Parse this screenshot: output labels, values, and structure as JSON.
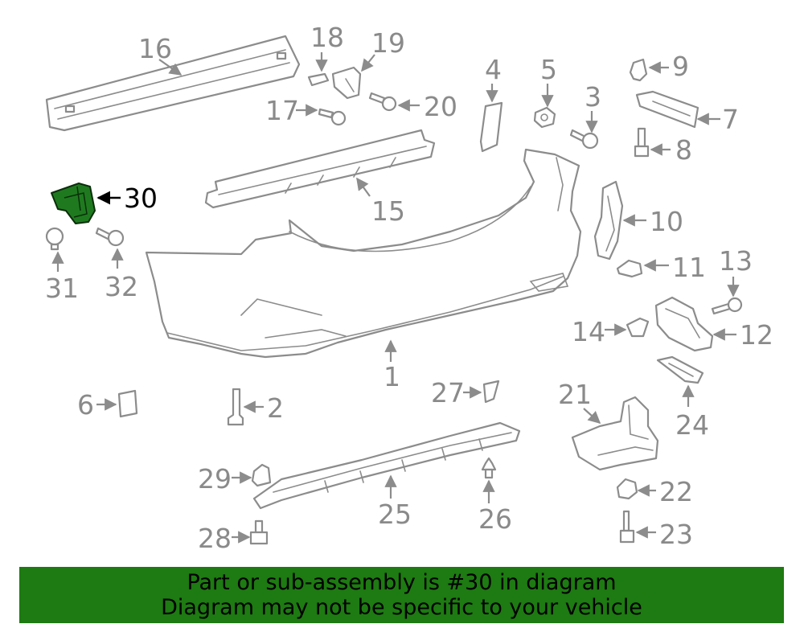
{
  "callouts": {
    "c1": "1",
    "c2": "2",
    "c3": "3",
    "c4": "4",
    "c5": "5",
    "c6": "6",
    "c7": "7",
    "c8": "8",
    "c9": "9",
    "c10": "10",
    "c11": "11",
    "c12": "12",
    "c13": "13",
    "c14": "14",
    "c15": "15",
    "c16": "16",
    "c17": "17",
    "c18": "18",
    "c19": "19",
    "c20": "20",
    "c21": "21",
    "c22": "22",
    "c23": "23",
    "c24": "24",
    "c25": "25",
    "c26": "26",
    "c27": "27",
    "c28": "28",
    "c29": "29",
    "c30": "30",
    "c31": "31",
    "c32": "32"
  },
  "highlighted_part": "30",
  "colors": {
    "line": "#8c8c8c",
    "highlight_part": "#1f7a1f",
    "banner": "#1e7a12"
  },
  "banner": {
    "line1": "Part or sub-assembly is #30 in diagram",
    "line2": "Diagram may not be specific to your vehicle"
  }
}
